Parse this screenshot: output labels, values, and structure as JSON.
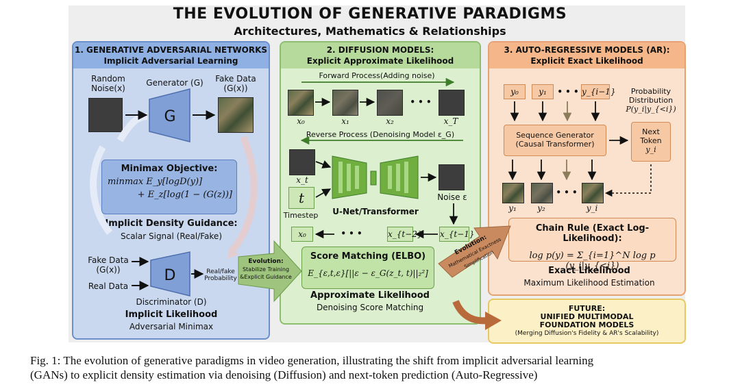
{
  "title": "THE EVOLUTION OF GENERATIVE PARADIGMS",
  "subtitle": "Architectures,  Mathematics & Relationships",
  "gan": {
    "header_line1": "1. GENERATIVE  ADVERSARIAL NETWORKS",
    "header_line2": "Implicit Adversarial Learning",
    "random_noise_1": "Random",
    "random_noise_2": "Noise(x)",
    "generator_label": "Generator (G)",
    "generator_letter": "G",
    "fake_data_1": "Fake Data",
    "fake_data_2": "(G(x))",
    "minimax_title": "Minimax Objective:",
    "minimax_line1": "minmax E_y[logD(y)]",
    "minimax_line2": "+ E_z[log(1 − (G(z))]",
    "guidance_title": "Implicit Density Guidance:",
    "guidance_sub": "Scalar Signal (Real/Fake)",
    "fake_in_1": "Fake Data",
    "fake_in_2": "(G(x))",
    "real_in": "Real Data",
    "disc_letter": "D",
    "disc_output_1": "Real/fake",
    "disc_output_2": "Probability",
    "disc_label": "Discriminator (D)",
    "footer_title": "Implicit Likelihood",
    "footer_sub": "Adversarial Minimax"
  },
  "evolution1": {
    "title": "Evolution:",
    "line1": "Stabilize Training",
    "line2": "&Explicit Guidance"
  },
  "diffusion": {
    "header_line1": "2. DIFFUSION  MODELS:",
    "header_line2": "Explicit Approximate Likelihood",
    "forward": "Forward Process(Adding noise)",
    "x0": "x₀",
    "x1": "x₁",
    "x2": "x₂",
    "xT": "x_T",
    "dots": "• • •",
    "reverse": "Reverse Process (Denoising Model ε_G)",
    "xt": "x_t",
    "t": "t",
    "timestep": "Timestep",
    "unet": "U-Net/Transformer",
    "noise": "Noise ε",
    "xt1": "x_{t−1}",
    "xt2": "x_{t−2}",
    "x0b": "x₀",
    "score_title": "Score Matching (ELBO)",
    "score_formula": "E_{ε,t,ε}[||ε − ε_G(z_t, t)||₂²]",
    "footer_title": "Approximate Likelihood",
    "footer_sub": "Denoising Score Matching"
  },
  "evolution2": {
    "title": "Evolution:",
    "line1": "Mathematical Exactness",
    "line2": "Simplification"
  },
  "ar": {
    "header_line1": "3. AUTO-REGRESSIVE MODELS (AR):",
    "header_line2": "Explicit Exact Likelihood",
    "y0": "y₀",
    "y1": "y₁",
    "yi1": "y_{i−1}",
    "dots": "• • •",
    "prob_1": "Probability",
    "prob_2": "Distribution",
    "prob_3": "P(y_i|y_{<i})",
    "seq_1": "Sequence Generator",
    "seq_2": "(Causal Transformer)",
    "next_1": "Next",
    "next_2": "Token",
    "next_3": "y_i",
    "out_y1": "y₁",
    "out_y2": "y₂",
    "out_yi": "y_i",
    "chain_title": "Chain Rule (Exact Log-Likelihood):",
    "chain_formula": "log p(y) = Σ_{i=1}^N log p (y_i|y_{<i})",
    "footer_title": "Exact Likelihood",
    "footer_sub": "Maximum Likelihood Estimation"
  },
  "future": {
    "line1": "FUTURE:",
    "line2": "UNIFIED MULTIMODAL",
    "line3": "FOUNDATION MODELS",
    "line4": "(Merging Diffusion's Fidelity & AR's Scalability)"
  },
  "caption_line1": "Fig. 1: The evolution of generative paradigms in video generation, illustrating the shift from implicit adversarial learning",
  "caption_line2": "(GANs) to explicit density estimation via denoising (Diffusion) and next-token prediction (Auto-Regressive)",
  "colors": {
    "gan": "#c9d8ee",
    "diffusion": "#dcefcf",
    "ar": "#fbe2cf",
    "future": "#fcf1c6",
    "unet_green": "#6fae3f",
    "generator_blue": "#7f9fd6"
  }
}
